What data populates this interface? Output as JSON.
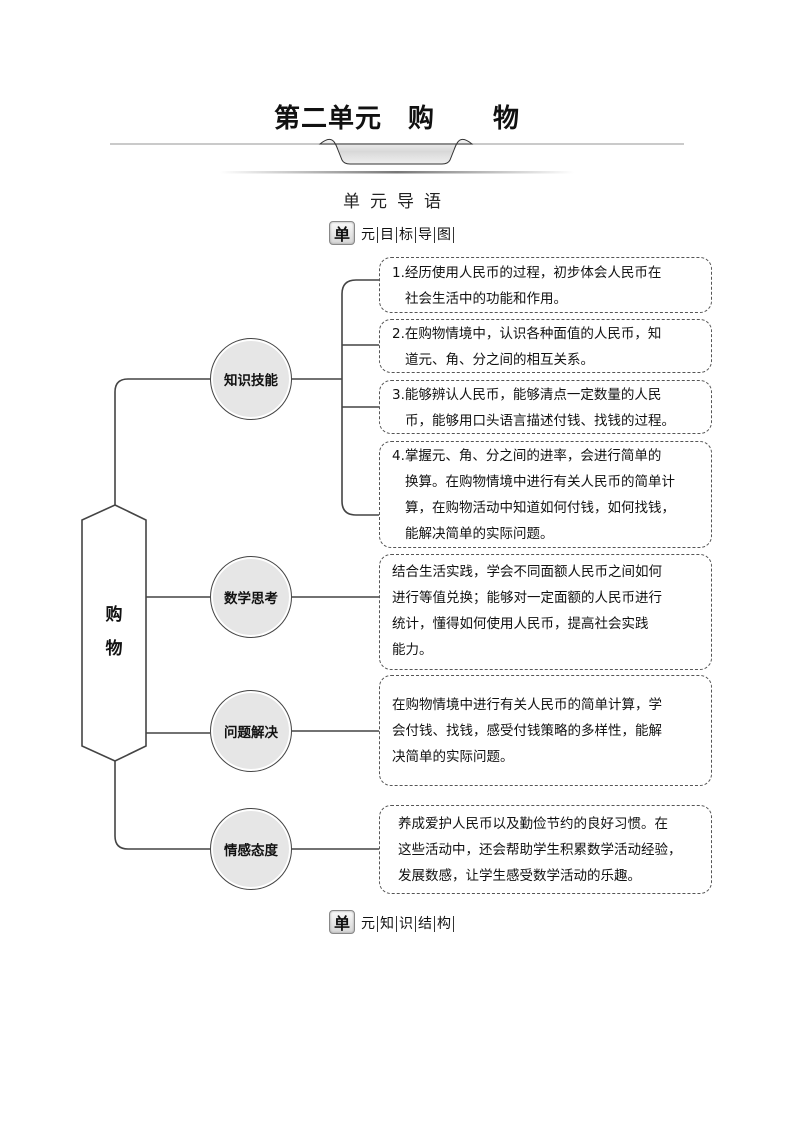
{
  "chapter": {
    "title_part1": "第二单元",
    "title_part2": "购",
    "title_part3": "物"
  },
  "intro_heading": "单元导语",
  "section_goals": {
    "badge": "单",
    "chars": [
      "元",
      "目",
      "标",
      "导",
      "图"
    ]
  },
  "section_structure": {
    "badge": "单",
    "chars": [
      "元",
      "知",
      "识",
      "结",
      "构"
    ]
  },
  "root": {
    "label_line1": "购",
    "label_line2": "物"
  },
  "categories": [
    {
      "label": "知识技能",
      "items": [
        {
          "num": "1.",
          "lines": [
            "经历使用人民币的过程，初步体会人民币在",
            "社会生活中的功能和作用。"
          ]
        },
        {
          "num": "2.",
          "lines": [
            "在购物情境中，认识各种面值的人民币，知",
            "道元、角、分之间的相互关系。"
          ]
        },
        {
          "num": "3.",
          "lines": [
            "能够辨认人民币，能够清点一定数量的人民",
            "币，能够用口头语言描述付钱、找钱的过程。"
          ]
        },
        {
          "num": "4.",
          "lines": [
            "掌握元、角、分之间的进率，会进行简单的",
            "换算。在购物情境中进行有关人民币的简单计",
            "算，在购物活动中知道如何付钱，如何找钱，",
            "能解决简单的实际问题。"
          ]
        }
      ]
    },
    {
      "label": "数学思考",
      "lines": [
        "结合生活实践，学会不同面额人民币之间如何",
        "进行等值兑换；能够对一定面额的人民币进行",
        "统计，懂得如何使用人民币，提高社会实践",
        "能力。"
      ]
    },
    {
      "label": "问题解决",
      "lines": [
        "在购物情境中进行有关人民币的简单计算，学",
        "会付钱、找钱，感受付钱策略的多样性，能解",
        "决简单的实际问题。"
      ]
    },
    {
      "label": "情感态度",
      "lines": [
        "养成爱护人民币以及勤俭节约的良好习惯。在",
        "这些活动中，还会帮助学生积累数学活动经验，",
        "发展数感，让学生感受数学活动的乐趣。"
      ]
    }
  ]
}
